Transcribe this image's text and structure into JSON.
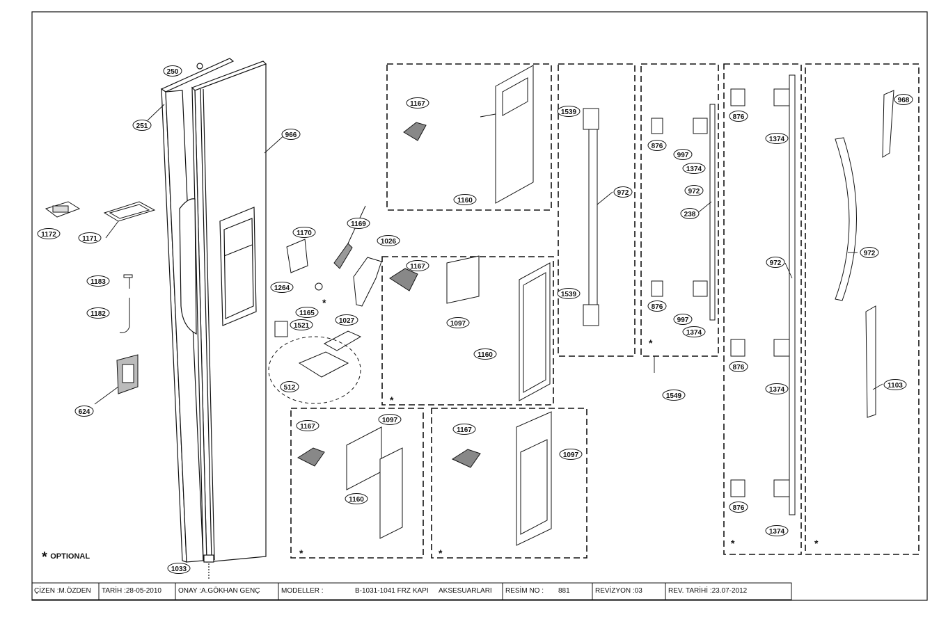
{
  "diagram": {
    "optional_note": "OPTIONAL",
    "star": "*",
    "labels": {
      "p250": "250",
      "p251": "251",
      "p966": "966",
      "p1172": "1172",
      "p1171": "1171",
      "p1183": "1183",
      "p1182": "1182",
      "p624": "624",
      "p1033": "1033",
      "p1170": "1170",
      "p1169": "1169",
      "p1026": "1026",
      "p1264": "1264",
      "p1165": "1165",
      "p1521": "1521",
      "p1027": "1027",
      "p512": "512",
      "g1_1167": "1167",
      "g1_1160": "1160",
      "g2_1167": "1167",
      "g2_1097": "1097",
      "g2_1160": "1160",
      "g3_1167": "1167",
      "g3_1097": "1097",
      "g3_1160": "1160",
      "g4_1167": "1167",
      "g4_1097": "1097",
      "g5_1539a": "1539",
      "g5_972": "972",
      "g5_1539b": "1539",
      "g6_876a": "876",
      "g6_997a": "997",
      "g6_1374a": "1374",
      "g6_972": "972",
      "g6_238": "238",
      "g6_876b": "876",
      "g6_997b": "997",
      "g6_1374b": "1374",
      "g6_1549": "1549",
      "g7_876a": "876",
      "g7_1374a": "1374",
      "g7_972": "972",
      "g7_876b": "876",
      "g7_1374b": "1374",
      "g7_876c": "876",
      "g7_1374c": "1374",
      "g8_968": "968",
      "g8_972": "972",
      "g8_1103": "1103"
    }
  },
  "title_block": {
    "cizen": "ÇİZEN :M.ÖZDEN",
    "tarih": "TARİH :28-05-2010",
    "onay": "ONAY :A.GÖKHAN GENÇ",
    "modeller_label": "MODELLER :",
    "modeller_value": "B-1031-1041 FRZ KAPI",
    "aksesuar": "AKSESUARLARI",
    "resim_label": "RESİM NO :",
    "resim_value": "881",
    "revizyon": "REVİZYON :03",
    "rev_tarihi": "REV. TARİHİ :23.07-2012"
  }
}
